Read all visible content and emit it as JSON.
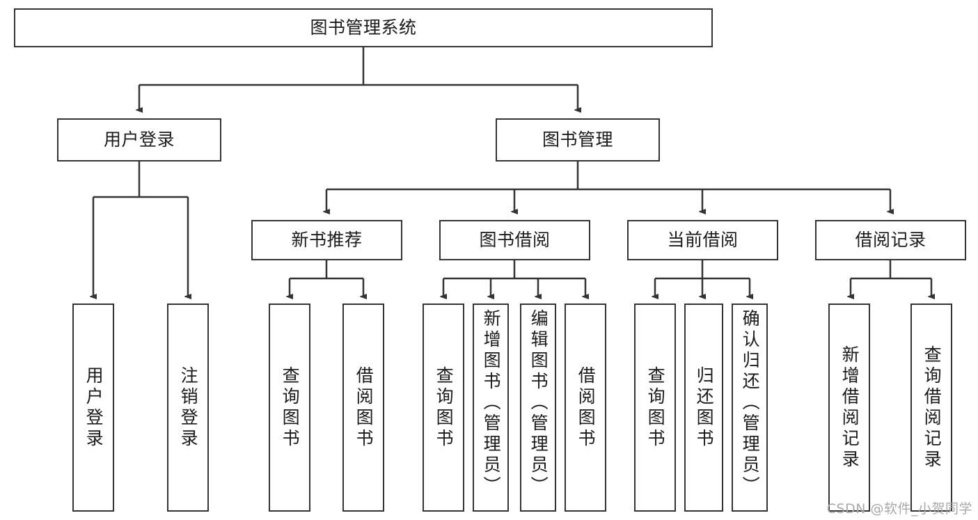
{
  "diagram": {
    "title": "图书管理系统",
    "watermark": "CSDN @软件_小贺同学",
    "colors": {
      "box_border": "#333333",
      "box_fill": "#ffffff",
      "line": "#333333",
      "text": "#1a1a1a",
      "watermark": "#a8a8a8",
      "background": "#ffffff"
    },
    "root": {
      "label": "图书管理系统"
    },
    "level2": [
      {
        "label": "用户登录"
      },
      {
        "label": "图书管理"
      }
    ],
    "level3": [
      {
        "label": "新书推荐"
      },
      {
        "label": "图书借阅"
      },
      {
        "label": "当前借阅"
      },
      {
        "label": "借阅记录"
      }
    ],
    "leaves": {
      "user_login": [
        {
          "label": "用户登录"
        },
        {
          "label": "注销登录"
        }
      ],
      "new_book": [
        {
          "label": "查询图书"
        },
        {
          "label": "借阅图书"
        }
      ],
      "borrow_book": [
        {
          "label": "查询图书"
        },
        {
          "label": "新增图书（管理员）"
        },
        {
          "label": "编辑图书（管理员）"
        },
        {
          "label": "借阅图书"
        }
      ],
      "current_borrow": [
        {
          "label": "查询图书"
        },
        {
          "label": "归还图书"
        },
        {
          "label": "确认归还（管理员）"
        }
      ],
      "borrow_record": [
        {
          "label": "新增借阅记录"
        },
        {
          "label": "查询借阅记录"
        }
      ]
    }
  }
}
